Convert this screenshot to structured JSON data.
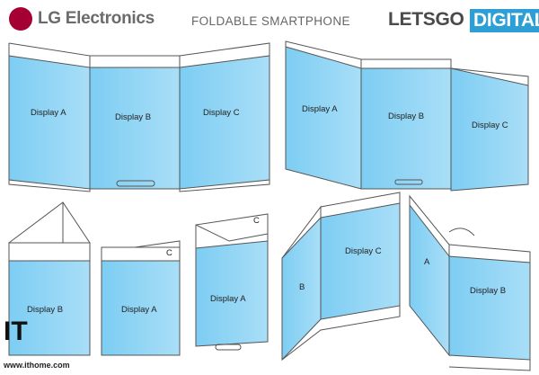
{
  "header": {
    "brand_left": "LG Electronics",
    "title": "FOLDABLE SMARTPHONE",
    "brand_right_part1": "LETSGO",
    "brand_right_part2": "DIGITAL"
  },
  "labels": {
    "display_a": "Display A",
    "display_b": "Display B",
    "display_c": "Display C",
    "short_a": "A",
    "short_b": "B",
    "short_c": "C"
  },
  "watermark": {
    "logo": "IT",
    "site": "www.ithome.com"
  },
  "colors": {
    "lg_red": "#a50034",
    "screen_blue": "#8ed3f5",
    "digital_blue": "#2b9fd6"
  }
}
